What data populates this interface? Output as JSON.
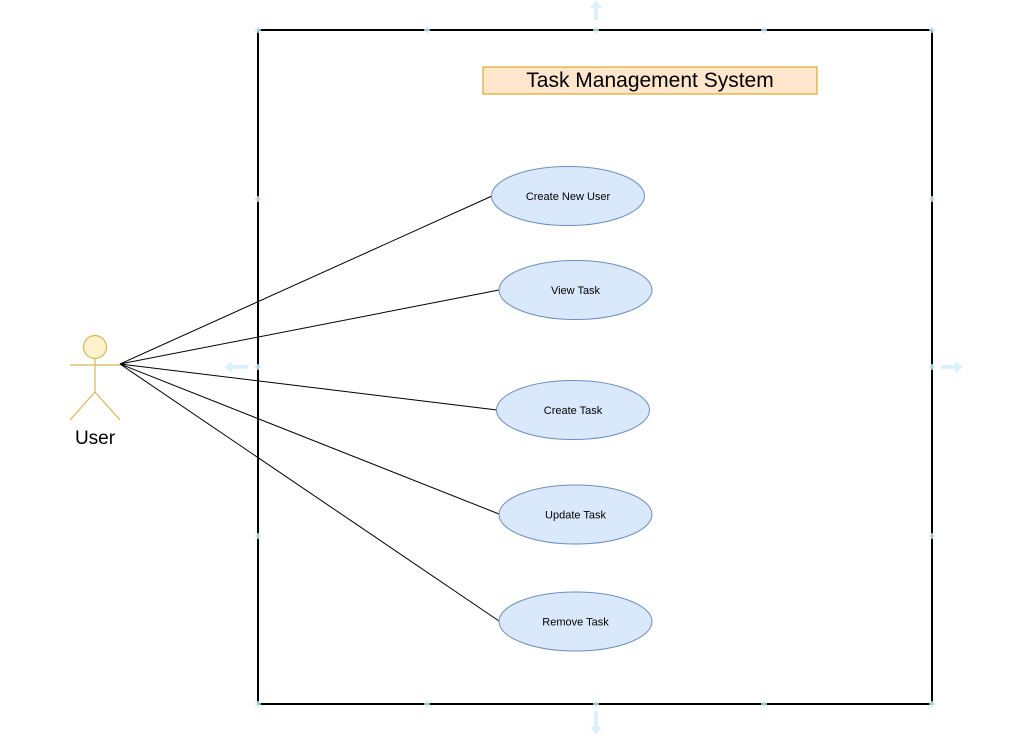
{
  "diagram": {
    "type": "use-case",
    "system": {
      "title": "Task Management System"
    },
    "actor": {
      "label": "User"
    },
    "use_cases": [
      {
        "id": "create-new-user",
        "label": "Create New User"
      },
      {
        "id": "view-task",
        "label": "View Task"
      },
      {
        "id": "create-task",
        "label": "Create Task"
      },
      {
        "id": "update-task",
        "label": "Update Task"
      },
      {
        "id": "remove-task",
        "label": "Remove Task"
      }
    ]
  },
  "colors": {
    "actor_fill": "#fff2cc",
    "actor_stroke": "#d6b656",
    "title_fill": "#ffe6cc",
    "title_stroke": "#d79b00",
    "usecase_fill": "#dae8fc",
    "usecase_stroke": "#6c8ebf",
    "boundary_stroke": "#000000",
    "edge_stroke": "#000000",
    "selection_handle": "#dcf2fa"
  }
}
